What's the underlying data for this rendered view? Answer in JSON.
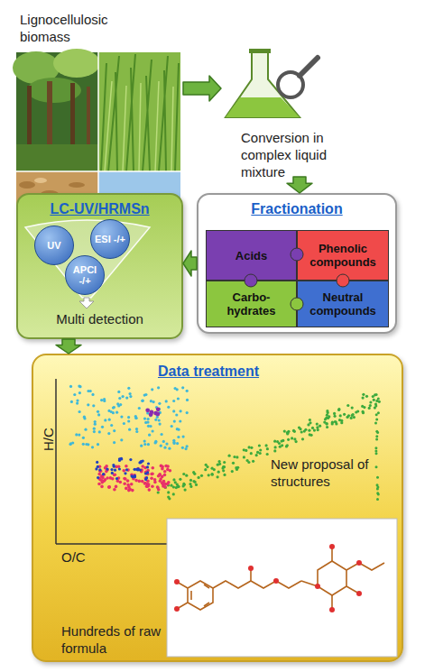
{
  "diagram": {
    "nodes": [
      {
        "text": [
          "Lignocellulosic biomass"
        ]
      },
      {
        "text": [
          "Conversion in complex liquid mixture"
        ]
      },
      {
        "text": [
          "Fractionation"
        ]
      },
      {
        "text": [
          "Acids"
        ],
        "in": 2
      },
      {
        "text": [
          "Phenolic compounds"
        ],
        "in": 2
      },
      {
        "text": [
          "Carbo- hydrates"
        ],
        "in": 2
      },
      {
        "text": [
          "Neutral compounds"
        ],
        "in": 2
      },
      {
        "text": [
          "LC-UV/HRMSn",
          "Multi detection"
        ]
      },
      {
        "text": [
          "UV"
        ],
        "in": 7
      },
      {
        "text": [
          "ESI -/+"
        ],
        "in": 7
      },
      {
        "text": [
          "APCI -/+"
        ],
        "in": 7
      },
      {
        "text": [
          "Data treatment"
        ]
      }
    ],
    "edges": [
      {
        "from": 0,
        "to": 1,
        "arrow": "to"
      },
      {
        "from": 1,
        "to": 2,
        "arrow": "to"
      },
      {
        "from": 2,
        "to": 7,
        "arrow": "to"
      },
      {
        "from": 7,
        "to": 11,
        "arrow": "to"
      }
    ],
    "labels": [
      "H/C",
      "O/C",
      "New proposal of structures",
      "Hundreds of raw formula"
    ]
  }
}
